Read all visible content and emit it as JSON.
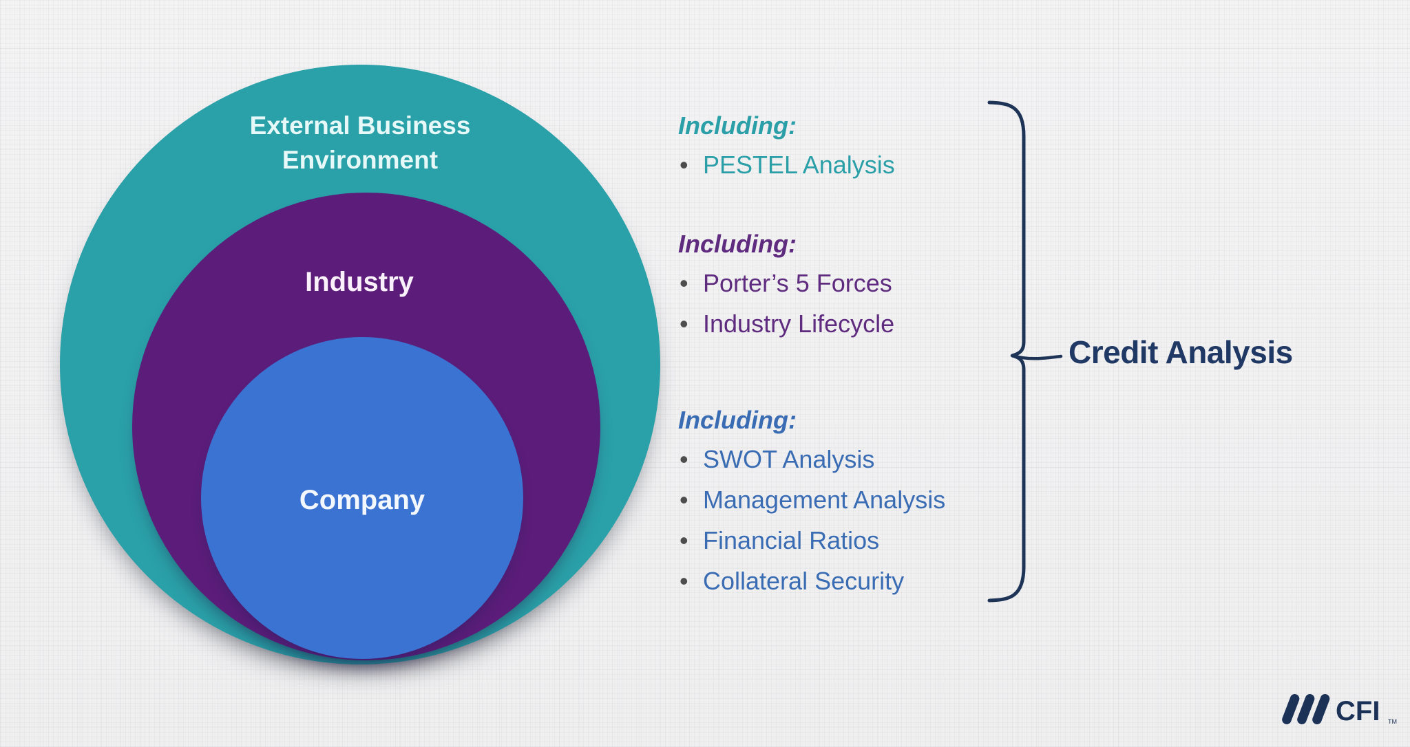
{
  "background": {
    "color": "#f1f1f2",
    "texture": "graph-paper-grid"
  },
  "circles": [
    {
      "label": "External Business Environment",
      "fill": "#2aa0a8",
      "label_color": "#e6f9f8"
    },
    {
      "label": "Industry",
      "fill": "#5b1d79",
      "label_color": "#fbf1fd"
    },
    {
      "label": "Company",
      "fill": "#3b73d2",
      "label_color": "#f3f8ff"
    }
  ],
  "lists": [
    {
      "heading": "Including:",
      "color": "#2b9fa7",
      "items": [
        "PESTEL Analysis"
      ]
    },
    {
      "heading": "Including:",
      "color": "#5e2b7e",
      "items": [
        "Porter’s 5 Forces",
        "Industry Lifecycle"
      ]
    },
    {
      "heading": "Including:",
      "color": "#3a6cb4",
      "items": [
        "SWOT Analysis",
        "Management Analysis",
        "Financial Ratios",
        "Collateral Security"
      ]
    }
  ],
  "bullet_color": "#4d4d4d",
  "brace": {
    "color": "#1e3457",
    "label": "Credit Analysis",
    "label_color": "#1f3864"
  },
  "logo": {
    "text": "CFI",
    "tm": "TM",
    "color": "#1b3156"
  }
}
